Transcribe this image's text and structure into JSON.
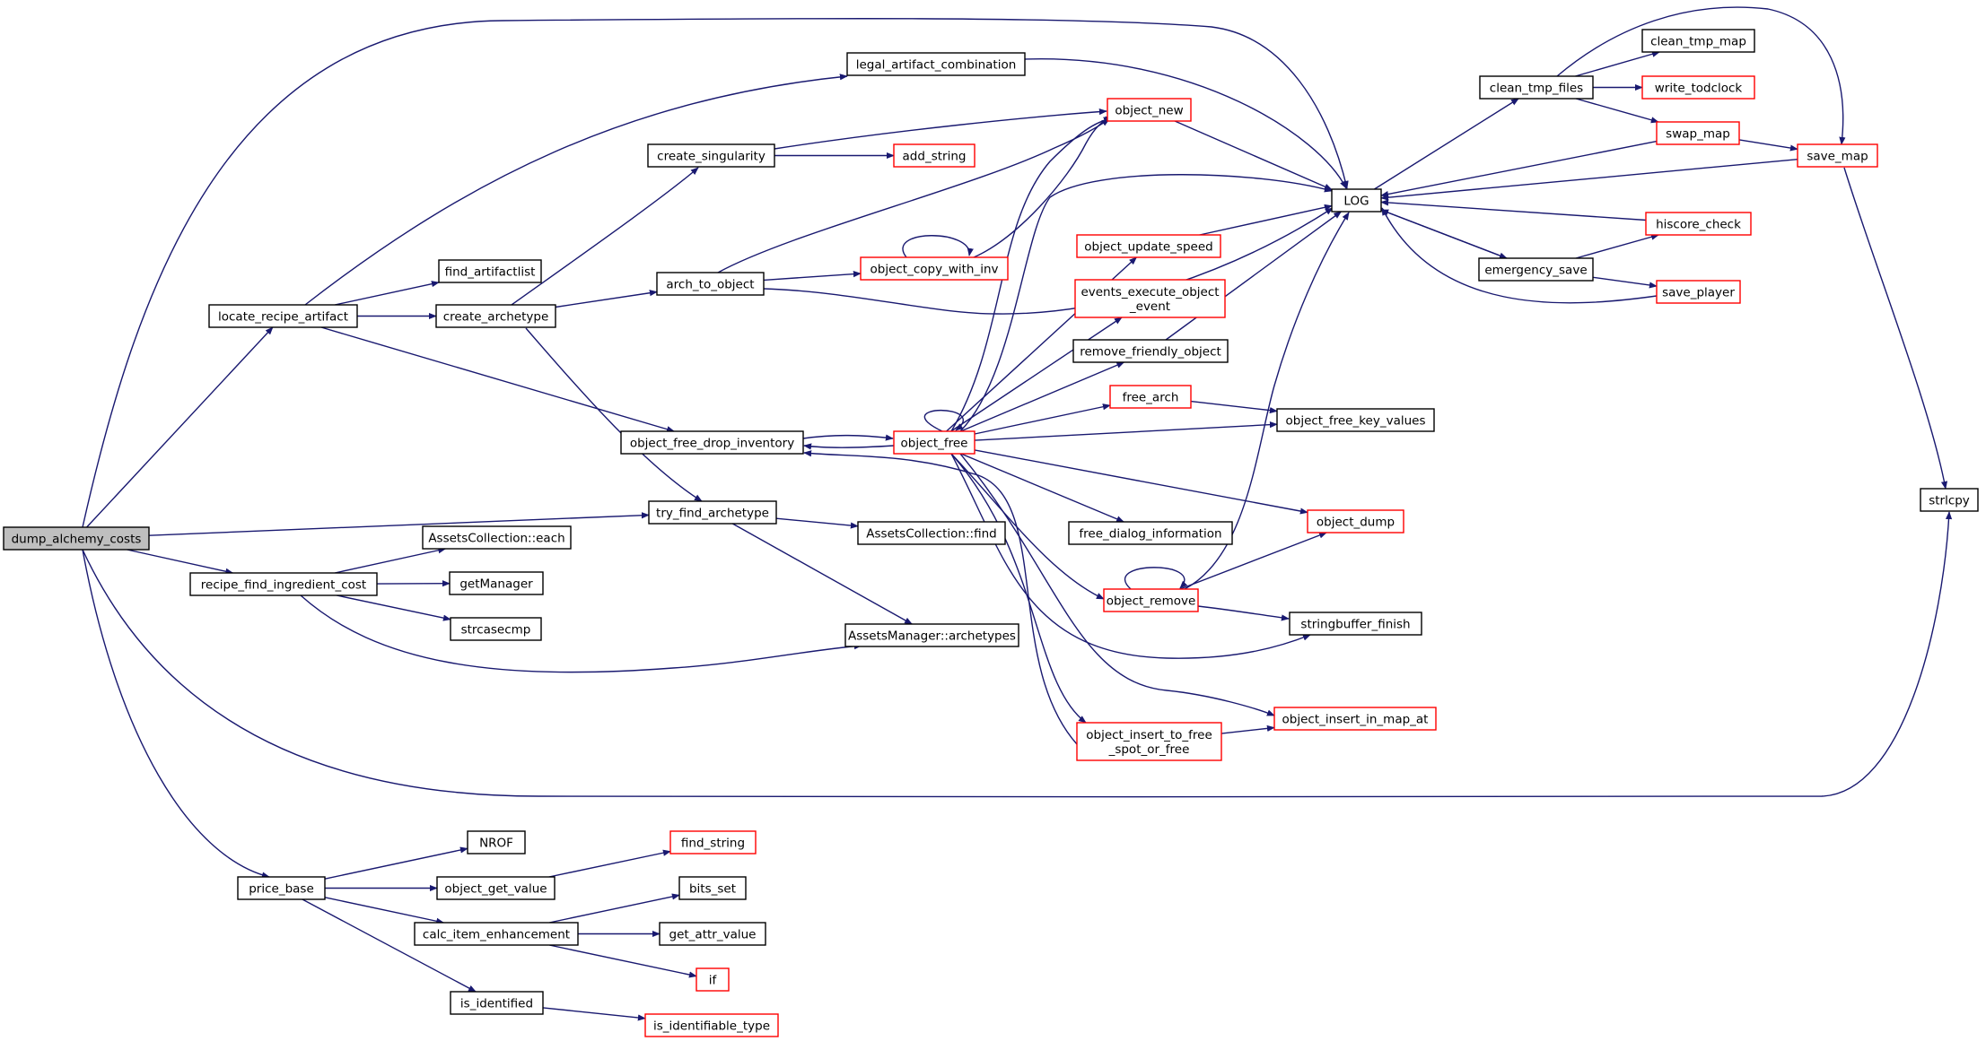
{
  "graph": {
    "root": "dump_alchemy_costs",
    "colors": {
      "root_fill": "#bfbfbf",
      "node_fill": "#ffffff",
      "node_border_default": "#000000",
      "node_border_truncated": "#ff0000",
      "edge": "#191970"
    },
    "nodes": [
      {
        "id": "dump_alchemy_costs",
        "label": [
          "dump_alchemy_costs"
        ],
        "style": "root"
      },
      {
        "id": "locate_recipe_artifact",
        "label": [
          "locate_recipe_artifact"
        ],
        "style": "default"
      },
      {
        "id": "legal_artifact_combination",
        "label": [
          "legal_artifact_combination"
        ],
        "style": "default"
      },
      {
        "id": "find_artifactlist",
        "label": [
          "find_artifactlist"
        ],
        "style": "default"
      },
      {
        "id": "create_archetype",
        "label": [
          "create_archetype"
        ],
        "style": "default"
      },
      {
        "id": "create_singularity",
        "label": [
          "create_singularity"
        ],
        "style": "default"
      },
      {
        "id": "add_string",
        "label": [
          "add_string"
        ],
        "style": "truncated"
      },
      {
        "id": "arch_to_object",
        "label": [
          "arch_to_object"
        ],
        "style": "default"
      },
      {
        "id": "object_new",
        "label": [
          "object_new"
        ],
        "style": "truncated"
      },
      {
        "id": "object_copy_with_inv",
        "label": [
          "object_copy_with_inv"
        ],
        "style": "truncated"
      },
      {
        "id": "LOG",
        "label": [
          "LOG"
        ],
        "style": "default"
      },
      {
        "id": "object_update_speed",
        "label": [
          "object_update_speed"
        ],
        "style": "truncated"
      },
      {
        "id": "events_execute_object_event",
        "label": [
          "events_execute_object",
          "_event"
        ],
        "style": "truncated"
      },
      {
        "id": "remove_friendly_object",
        "label": [
          "remove_friendly_object"
        ],
        "style": "default"
      },
      {
        "id": "free_arch",
        "label": [
          "free_arch"
        ],
        "style": "truncated"
      },
      {
        "id": "object_free_key_values",
        "label": [
          "object_free_key_values"
        ],
        "style": "default"
      },
      {
        "id": "object_free_drop_inventory",
        "label": [
          "object_free_drop_inventory"
        ],
        "style": "default"
      },
      {
        "id": "object_free",
        "label": [
          "object_free"
        ],
        "style": "truncated"
      },
      {
        "id": "free_dialog_information",
        "label": [
          "free_dialog_information"
        ],
        "style": "default"
      },
      {
        "id": "object_dump",
        "label": [
          "object_dump"
        ],
        "style": "truncated"
      },
      {
        "id": "object_remove",
        "label": [
          "object_remove"
        ],
        "style": "truncated"
      },
      {
        "id": "stringbuffer_finish",
        "label": [
          "stringbuffer_finish"
        ],
        "style": "default"
      },
      {
        "id": "object_insert_in_map_at",
        "label": [
          "object_insert_in_map_at"
        ],
        "style": "truncated"
      },
      {
        "id": "object_insert_to_free_spot_or_free",
        "label": [
          "object_insert_to_free",
          "_spot_or_free"
        ],
        "style": "truncated"
      },
      {
        "id": "try_find_archetype",
        "label": [
          "try_find_archetype"
        ],
        "style": "default"
      },
      {
        "id": "AssetsCollection_find",
        "label": [
          "AssetsCollection::find"
        ],
        "style": "default"
      },
      {
        "id": "AssetsManager_archetypes",
        "label": [
          "AssetsManager::archetypes"
        ],
        "style": "default"
      },
      {
        "id": "recipe_find_ingredient_cost",
        "label": [
          "recipe_find_ingredient_cost"
        ],
        "style": "default"
      },
      {
        "id": "AssetsCollection_each",
        "label": [
          "AssetsCollection::each"
        ],
        "style": "default"
      },
      {
        "id": "getManager",
        "label": [
          "getManager"
        ],
        "style": "default"
      },
      {
        "id": "strcasecmp",
        "label": [
          "strcasecmp"
        ],
        "style": "default"
      },
      {
        "id": "clean_tmp_files",
        "label": [
          "clean_tmp_files"
        ],
        "style": "default"
      },
      {
        "id": "clean_tmp_map",
        "label": [
          "clean_tmp_map"
        ],
        "style": "default"
      },
      {
        "id": "write_todclock",
        "label": [
          "write_todclock"
        ],
        "style": "truncated"
      },
      {
        "id": "swap_map",
        "label": [
          "swap_map"
        ],
        "style": "truncated"
      },
      {
        "id": "save_map",
        "label": [
          "save_map"
        ],
        "style": "truncated"
      },
      {
        "id": "hiscore_check",
        "label": [
          "hiscore_check"
        ],
        "style": "truncated"
      },
      {
        "id": "emergency_save",
        "label": [
          "emergency_save"
        ],
        "style": "default"
      },
      {
        "id": "save_player",
        "label": [
          "save_player"
        ],
        "style": "truncated"
      },
      {
        "id": "strlcpy",
        "label": [
          "strlcpy"
        ],
        "style": "default"
      },
      {
        "id": "price_base",
        "label": [
          "price_base"
        ],
        "style": "default"
      },
      {
        "id": "NROF",
        "label": [
          "NROF"
        ],
        "style": "default"
      },
      {
        "id": "object_get_value",
        "label": [
          "object_get_value"
        ],
        "style": "default"
      },
      {
        "id": "find_string",
        "label": [
          "find_string"
        ],
        "style": "truncated"
      },
      {
        "id": "calc_item_enhancement",
        "label": [
          "calc_item_enhancement"
        ],
        "style": "default"
      },
      {
        "id": "bits_set",
        "label": [
          "bits_set"
        ],
        "style": "default"
      },
      {
        "id": "get_attr_value",
        "label": [
          "get_attr_value"
        ],
        "style": "default"
      },
      {
        "id": "if",
        "label": [
          "if"
        ],
        "style": "truncated"
      },
      {
        "id": "is_identified",
        "label": [
          "is_identified"
        ],
        "style": "default"
      },
      {
        "id": "is_identifiable_type",
        "label": [
          "is_identifiable_type"
        ],
        "style": "truncated"
      }
    ],
    "edges": [
      [
        "dump_alchemy_costs",
        "locate_recipe_artifact"
      ],
      [
        "dump_alchemy_costs",
        "LOG"
      ],
      [
        "dump_alchemy_costs",
        "try_find_archetype"
      ],
      [
        "dump_alchemy_costs",
        "recipe_find_ingredient_cost"
      ],
      [
        "dump_alchemy_costs",
        "strlcpy"
      ],
      [
        "dump_alchemy_costs",
        "price_base"
      ],
      [
        "locate_recipe_artifact",
        "legal_artifact_combination"
      ],
      [
        "locate_recipe_artifact",
        "find_artifactlist"
      ],
      [
        "locate_recipe_artifact",
        "create_archetype"
      ],
      [
        "locate_recipe_artifact",
        "object_free_drop_inventory"
      ],
      [
        "legal_artifact_combination",
        "LOG"
      ],
      [
        "create_archetype",
        "create_singularity"
      ],
      [
        "create_archetype",
        "arch_to_object"
      ],
      [
        "create_archetype",
        "try_find_archetype"
      ],
      [
        "create_singularity",
        "add_string"
      ],
      [
        "create_singularity",
        "object_new"
      ],
      [
        "arch_to_object",
        "object_new"
      ],
      [
        "arch_to_object",
        "object_copy_with_inv"
      ],
      [
        "arch_to_object",
        "LOG"
      ],
      [
        "object_copy_with_inv",
        "object_copy_with_inv"
      ],
      [
        "object_copy_with_inv",
        "object_new"
      ],
      [
        "object_new",
        "LOG"
      ],
      [
        "object_update_speed",
        "LOG"
      ],
      [
        "remove_friendly_object",
        "LOG"
      ],
      [
        "free_arch",
        "object_free_key_values"
      ],
      [
        "object_free_drop_inventory",
        "object_free"
      ],
      [
        "object_free",
        "object_free"
      ],
      [
        "object_free",
        "object_free_drop_inventory"
      ],
      [
        "object_free",
        "LOG"
      ],
      [
        "object_free",
        "object_new"
      ],
      [
        "object_free",
        "object_update_speed"
      ],
      [
        "object_free",
        "events_execute_object_event"
      ],
      [
        "object_free",
        "remove_friendly_object"
      ],
      [
        "object_free",
        "free_arch"
      ],
      [
        "object_free",
        "object_free_key_values"
      ],
      [
        "object_free",
        "free_dialog_information"
      ],
      [
        "object_free",
        "object_dump"
      ],
      [
        "object_free",
        "object_remove"
      ],
      [
        "object_free",
        "stringbuffer_finish"
      ],
      [
        "object_free",
        "object_insert_in_map_at"
      ],
      [
        "object_free",
        "object_insert_to_free_spot_or_free"
      ],
      [
        "object_remove",
        "object_remove"
      ],
      [
        "object_remove",
        "LOG"
      ],
      [
        "object_remove",
        "object_dump"
      ],
      [
        "object_remove",
        "stringbuffer_finish"
      ],
      [
        "object_insert_to_free_spot_or_free",
        "object_insert_in_map_at"
      ],
      [
        "object_insert_to_free_spot_or_free",
        "object_free_drop_inventory"
      ],
      [
        "try_find_archetype",
        "AssetsCollection_find"
      ],
      [
        "try_find_archetype",
        "AssetsManager_archetypes"
      ],
      [
        "recipe_find_ingredient_cost",
        "AssetsCollection_each"
      ],
      [
        "recipe_find_ingredient_cost",
        "getManager"
      ],
      [
        "recipe_find_ingredient_cost",
        "strcasecmp"
      ],
      [
        "recipe_find_ingredient_cost",
        "AssetsManager_archetypes"
      ],
      [
        "LOG",
        "clean_tmp_files"
      ],
      [
        "LOG",
        "emergency_save"
      ],
      [
        "clean_tmp_files",
        "clean_tmp_map"
      ],
      [
        "clean_tmp_files",
        "write_todclock"
      ],
      [
        "clean_tmp_files",
        "swap_map"
      ],
      [
        "clean_tmp_files",
        "save_map"
      ],
      [
        "swap_map",
        "LOG"
      ],
      [
        "swap_map",
        "save_map"
      ],
      [
        "save_map",
        "LOG"
      ],
      [
        "save_map",
        "strlcpy"
      ],
      [
        "hiscore_check",
        "LOG"
      ],
      [
        "emergency_save",
        "LOG"
      ],
      [
        "emergency_save",
        "hiscore_check"
      ],
      [
        "emergency_save",
        "save_player"
      ],
      [
        "save_player",
        "LOG"
      ],
      [
        "price_base",
        "NROF"
      ],
      [
        "price_base",
        "object_get_value"
      ],
      [
        "price_base",
        "calc_item_enhancement"
      ],
      [
        "price_base",
        "is_identified"
      ],
      [
        "object_get_value",
        "find_string"
      ],
      [
        "calc_item_enhancement",
        "bits_set"
      ],
      [
        "calc_item_enhancement",
        "get_attr_value"
      ],
      [
        "calc_item_enhancement",
        "if"
      ],
      [
        "is_identified",
        "is_identifiable_type"
      ]
    ]
  }
}
